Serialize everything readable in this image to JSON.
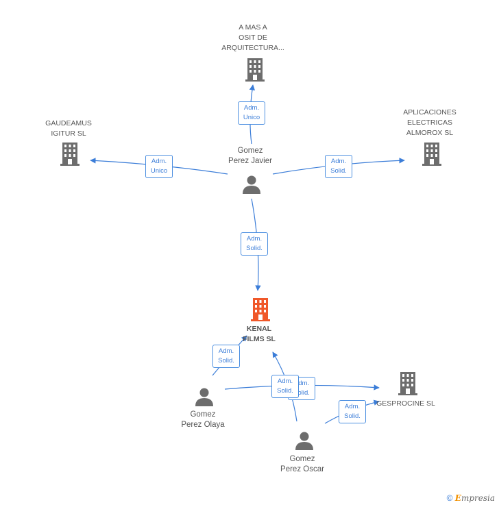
{
  "nodes": {
    "arquitectura": "A MAS A\nOSIT DE\nARQUITECTURA...",
    "gaudeamus": "GAUDEAMUS\nIGITUR SL",
    "aplicaciones": "APLICACIONES\nELECTRICAS\nALMOROX SL",
    "kenal": "KENAL\nFILMS SL",
    "gesprocine": "GESPROCINE SL",
    "javier": "Gomez\nPerez Javier",
    "olaya": "Gomez\nPerez Olaya",
    "oscar": "Gomez\nPerez Oscar"
  },
  "edge_labels": {
    "javier_arquitectura": "Adm.\nUnico",
    "javier_gaudeamus": "Adm.\nUnico",
    "javier_aplicaciones": "Adm.\nSolid.",
    "javier_kenal": "Adm.\nSolid.",
    "olaya_kenal": "Adm.\nSolid.",
    "olaya_gesprocine": "Adm.\nSolid.",
    "oscar_kenal": "Adm.\nSolid.",
    "oscar_gesprocine": "Adm.\nSolid."
  },
  "footer": {
    "copyright": "©",
    "brand_initial": "E",
    "brand_rest": "mpresia"
  },
  "colors": {
    "edge": "#3b7dd8",
    "building": "#6d6d6d",
    "main_building": "#f0582a",
    "person": "#6d6d6d"
  }
}
